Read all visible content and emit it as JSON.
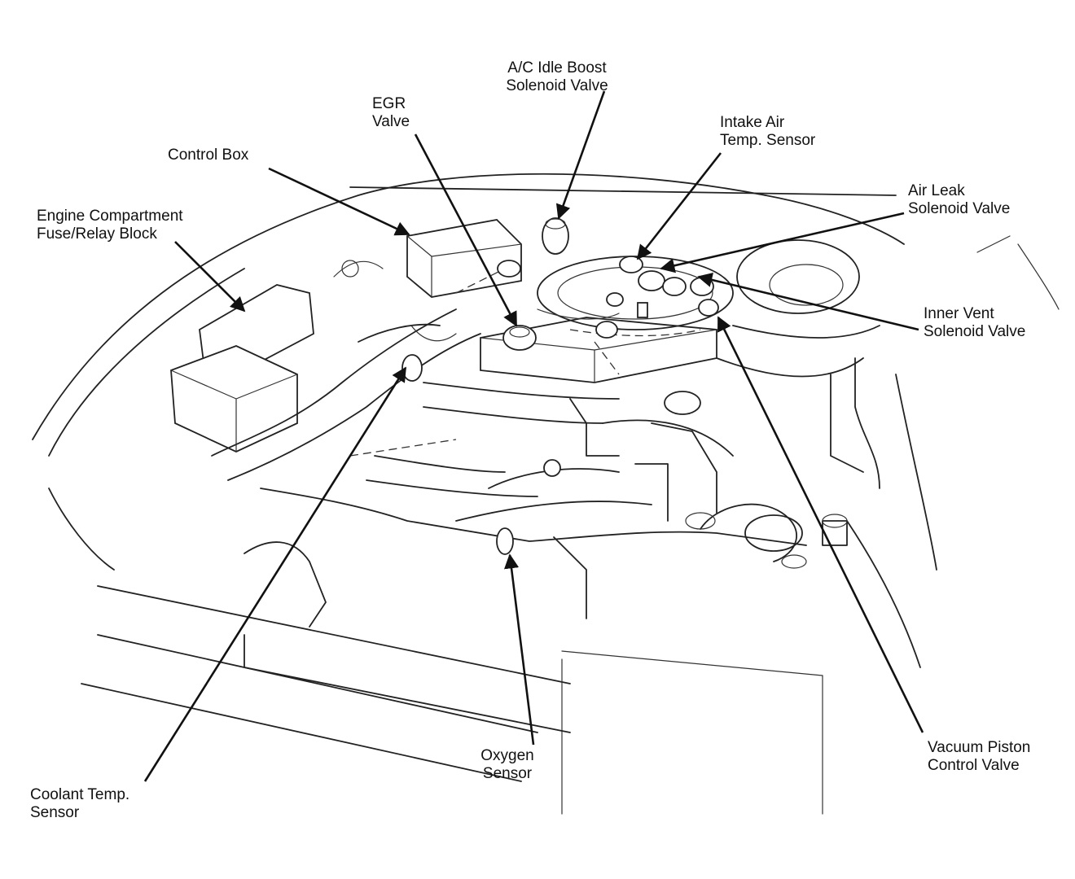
{
  "callouts": {
    "ac_idle_boost": [
      "A/C Idle Boost",
      "Solenoid Valve"
    ],
    "egr_valve": [
      "EGR",
      "Valve"
    ],
    "intake_air_temp": [
      "Intake Air",
      "Temp. Sensor"
    ],
    "control_box": [
      "Control Box"
    ],
    "air_leak": [
      "Air Leak",
      "Solenoid Valve"
    ],
    "fuse_relay": [
      "Engine Compartment",
      "Fuse/Relay Block"
    ],
    "inner_vent": [
      "Inner Vent",
      "Solenoid Valve"
    ],
    "vacuum_piston": [
      "Vacuum Piston",
      "Control Valve"
    ],
    "oxygen_sensor": [
      "Oxygen",
      "Sensor"
    ],
    "coolant_temp": [
      "Coolant Temp.",
      "Sensor"
    ]
  },
  "colors": {
    "line": "#111111",
    "background": "#ffffff"
  }
}
